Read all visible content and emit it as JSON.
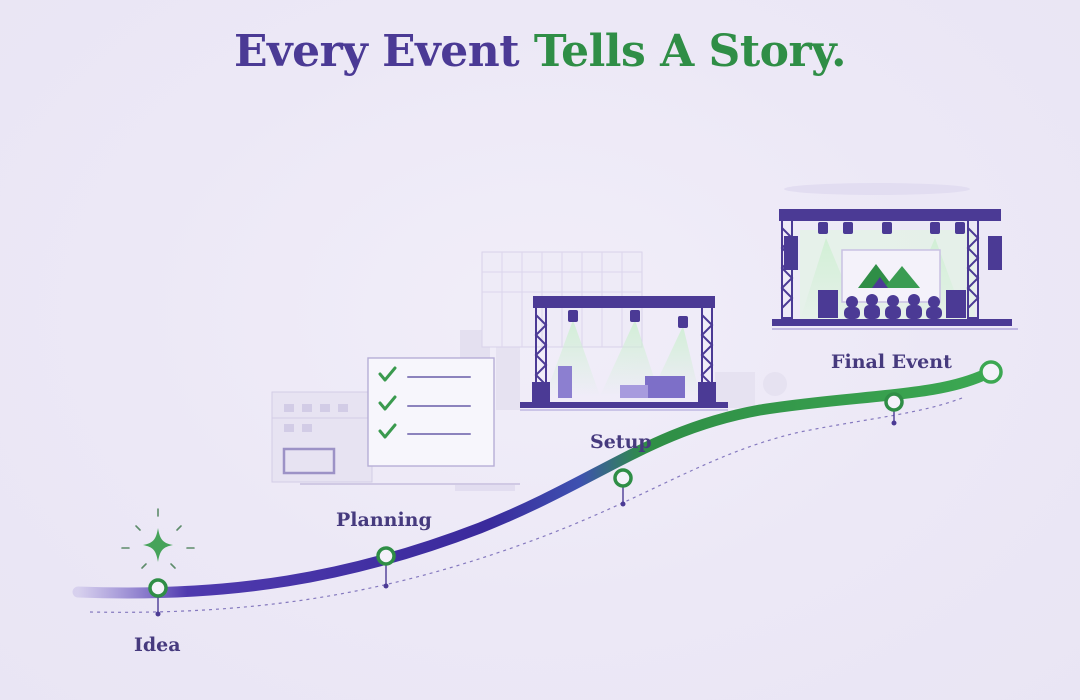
{
  "headline": {
    "part1": "Every Event",
    "part2": "Tells A Story."
  },
  "stages": [
    {
      "label": "Idea"
    },
    {
      "label": "Planning"
    },
    {
      "label": "Setup"
    },
    {
      "label": "Final Event"
    }
  ],
  "colors": {
    "background": "#ECE8F6",
    "purple": "#4B3A95",
    "green": "#2F8E46",
    "label": "#463A7E"
  },
  "icons": {
    "idea": "sparkle-icon",
    "planning": "checklist-icon",
    "setup": "stage-truss-icon",
    "final": "stage-event-icon"
  }
}
